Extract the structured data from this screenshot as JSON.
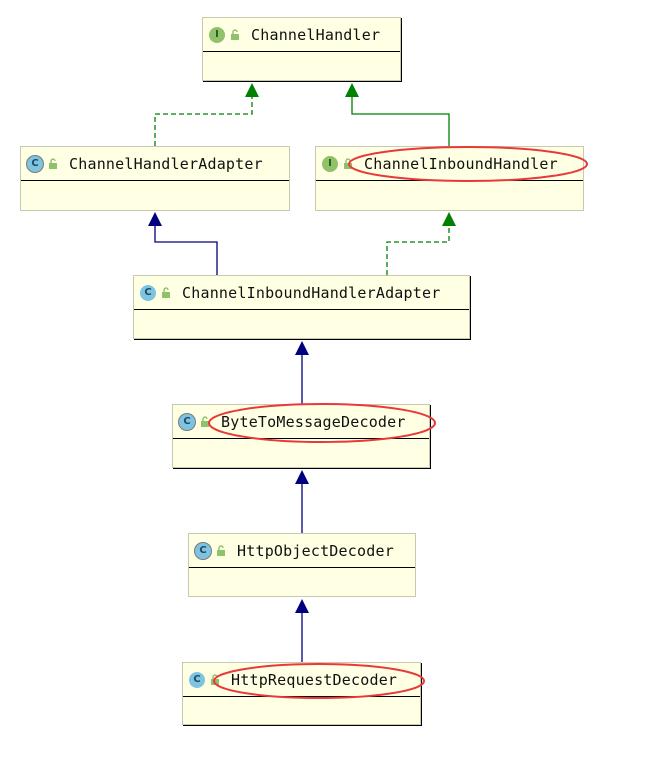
{
  "diagram": {
    "nodes": [
      {
        "id": "channel-handler",
        "label": "ChannelHandler",
        "kind": "interface",
        "highlighted": false
      },
      {
        "id": "channel-handler-adapter",
        "label": "ChannelHandlerAdapter",
        "kind": "abstract-class",
        "highlighted": false
      },
      {
        "id": "channel-inbound-handler",
        "label": "ChannelInboundHandler",
        "kind": "interface",
        "highlighted": true
      },
      {
        "id": "channel-inbound-handler-adapter",
        "label": "ChannelInboundHandlerAdapter",
        "kind": "class",
        "highlighted": false
      },
      {
        "id": "byte-to-message-decoder",
        "label": "ByteToMessageDecoder",
        "kind": "abstract-class",
        "highlighted": true
      },
      {
        "id": "http-object-decoder",
        "label": "HttpObjectDecoder",
        "kind": "abstract-class",
        "highlighted": false
      },
      {
        "id": "http-request-decoder",
        "label": "HttpRequestDecoder",
        "kind": "class",
        "highlighted": true
      }
    ],
    "edges": [
      {
        "from": "channel-handler-adapter",
        "to": "channel-handler",
        "type": "implements"
      },
      {
        "from": "channel-inbound-handler",
        "to": "channel-handler",
        "type": "extends-interface"
      },
      {
        "from": "channel-inbound-handler-adapter",
        "to": "channel-handler-adapter",
        "type": "extends"
      },
      {
        "from": "channel-inbound-handler-adapter",
        "to": "channel-inbound-handler",
        "type": "implements"
      },
      {
        "from": "byte-to-message-decoder",
        "to": "channel-inbound-handler-adapter",
        "type": "extends"
      },
      {
        "from": "http-object-decoder",
        "to": "byte-to-message-decoder",
        "type": "extends"
      },
      {
        "from": "http-request-decoder",
        "to": "http-object-decoder",
        "type": "extends"
      }
    ],
    "colors": {
      "node_fill": "#ffffe4",
      "extends_class": "#00007f",
      "implements_interface": "#008000",
      "highlight_ellipse": "#e8393b",
      "interface_badge": "#8fc26b",
      "class_badge": "#7ec4e0"
    }
  }
}
